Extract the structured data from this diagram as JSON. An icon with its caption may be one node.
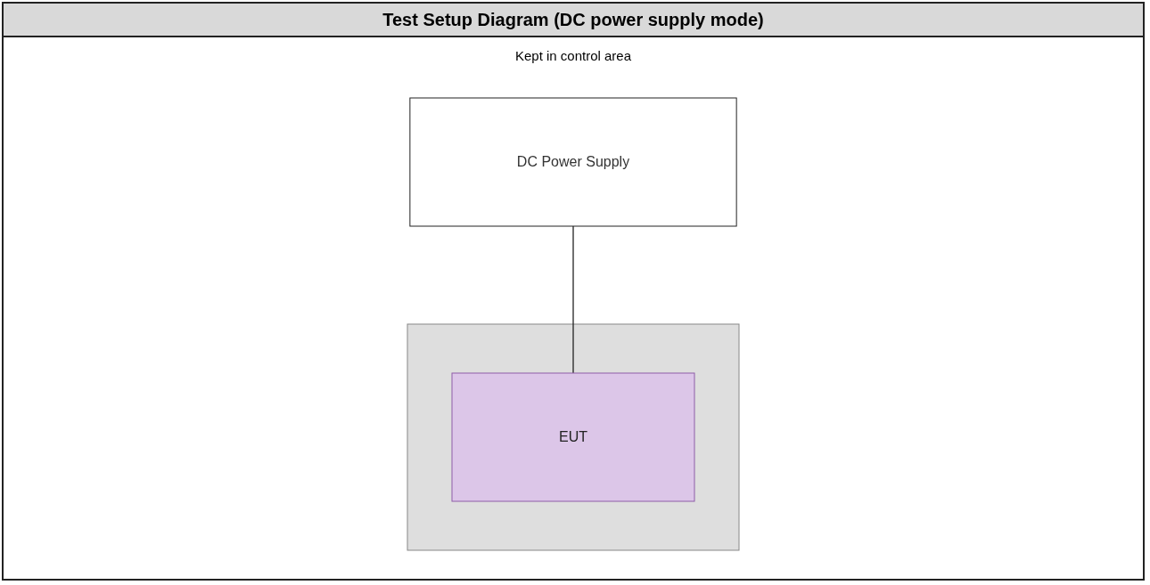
{
  "diagram": {
    "title": "Test Setup Diagram (DC power supply mode)",
    "nodes": [
      {
        "text": [
          "DC Power Supply"
        ]
      },
      {
        "text": [],
        "shape": "box"
      },
      {
        "text": [
          "EUT"
        ],
        "in": 1
      }
    ],
    "edges": [
      {
        "from": 0,
        "to": 2,
        "arrow": "none"
      }
    ],
    "labels": [
      "Kept in control area"
    ]
  }
}
